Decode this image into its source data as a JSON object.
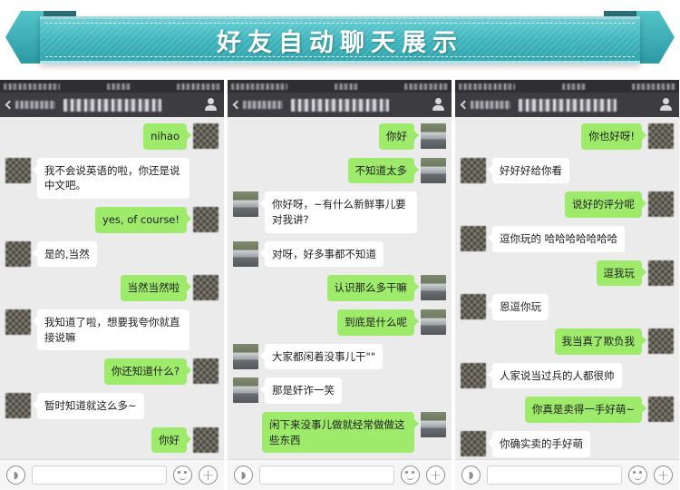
{
  "banner": {
    "title": "好友自动聊天展示",
    "ribbon_color": "#3fb4bc",
    "flag_color": "#2d9aa3"
  },
  "colors": {
    "outgoing_bubble": "#9eea6a",
    "incoming_bubble": "#ffffff",
    "chat_background": "#ebebeb",
    "navbar": "#3c3c41",
    "statusbar": "#2f2f33"
  },
  "input_bar": {
    "voice_icon": "voice-icon",
    "emoji_icon": "emoji-icon",
    "plus_icon": "plus-icon",
    "placeholder": "",
    "value": ""
  },
  "panels": [
    {
      "id": "panel-1",
      "navbar": {
        "back_icon": "chevron-left-icon",
        "back_label": "",
        "title": "",
        "contact_icon": "person-icon"
      },
      "avatar_style": "face",
      "messages": [
        {
          "side": "outgoing",
          "text": "nihao"
        },
        {
          "side": "incoming",
          "text": "我不会说英语的啦，你还是说中文吧。"
        },
        {
          "side": "outgoing",
          "text": "yes, of course!"
        },
        {
          "side": "incoming",
          "text": "是的,当然"
        },
        {
          "side": "outgoing",
          "text": "当然当然啦"
        },
        {
          "side": "incoming",
          "text": "我知道了啦，想要我夸你就直接说嘛"
        },
        {
          "side": "outgoing",
          "text": "你还知道什么?"
        },
        {
          "side": "incoming",
          "text": "暂时知道就这么多~"
        },
        {
          "side": "outgoing",
          "text": "你好"
        }
      ]
    },
    {
      "id": "panel-2",
      "navbar": {
        "back_icon": "chevron-left-icon",
        "back_label": "",
        "title": "",
        "contact_icon": "person-icon"
      },
      "avatar_style": "car",
      "messages": [
        {
          "side": "outgoing",
          "text": "你好"
        },
        {
          "side": "outgoing",
          "text": "不知道太多"
        },
        {
          "side": "incoming",
          "text": "你好呀，~有什么新鲜事儿要对我讲?"
        },
        {
          "side": "incoming",
          "text": "对呀，好多事都不知道"
        },
        {
          "side": "outgoing",
          "text": "认识那么多干嘛"
        },
        {
          "side": "outgoing",
          "text": "到底是什么呢"
        },
        {
          "side": "incoming",
          "text": "大家都闲着没事儿干\"\""
        },
        {
          "side": "incoming",
          "text": "那是奸诈一笑"
        },
        {
          "side": "outgoing",
          "text": "闲下来没事儿做就经常做做这些东西"
        }
      ]
    },
    {
      "id": "panel-3",
      "navbar": {
        "back_icon": "chevron-left-icon",
        "back_label": "",
        "title": "",
        "contact_icon": "person-icon"
      },
      "avatar_style": "face",
      "messages": [
        {
          "side": "outgoing",
          "text": "你也好呀!"
        },
        {
          "side": "incoming",
          "text": "好好好给你看"
        },
        {
          "side": "outgoing",
          "text": "说好的评分呢"
        },
        {
          "side": "incoming",
          "text": "逗你玩的 哈哈哈哈哈哈哈"
        },
        {
          "side": "outgoing",
          "text": "逗我玩"
        },
        {
          "side": "incoming",
          "text": "恩逗你玩"
        },
        {
          "side": "outgoing",
          "text": "我当真了欺负我"
        },
        {
          "side": "incoming",
          "text": "人家说当过兵的人都很帅"
        },
        {
          "side": "outgoing",
          "text": "你真是卖得一手好萌~"
        },
        {
          "side": "incoming",
          "text": "你确实卖的手好萌"
        }
      ]
    }
  ]
}
